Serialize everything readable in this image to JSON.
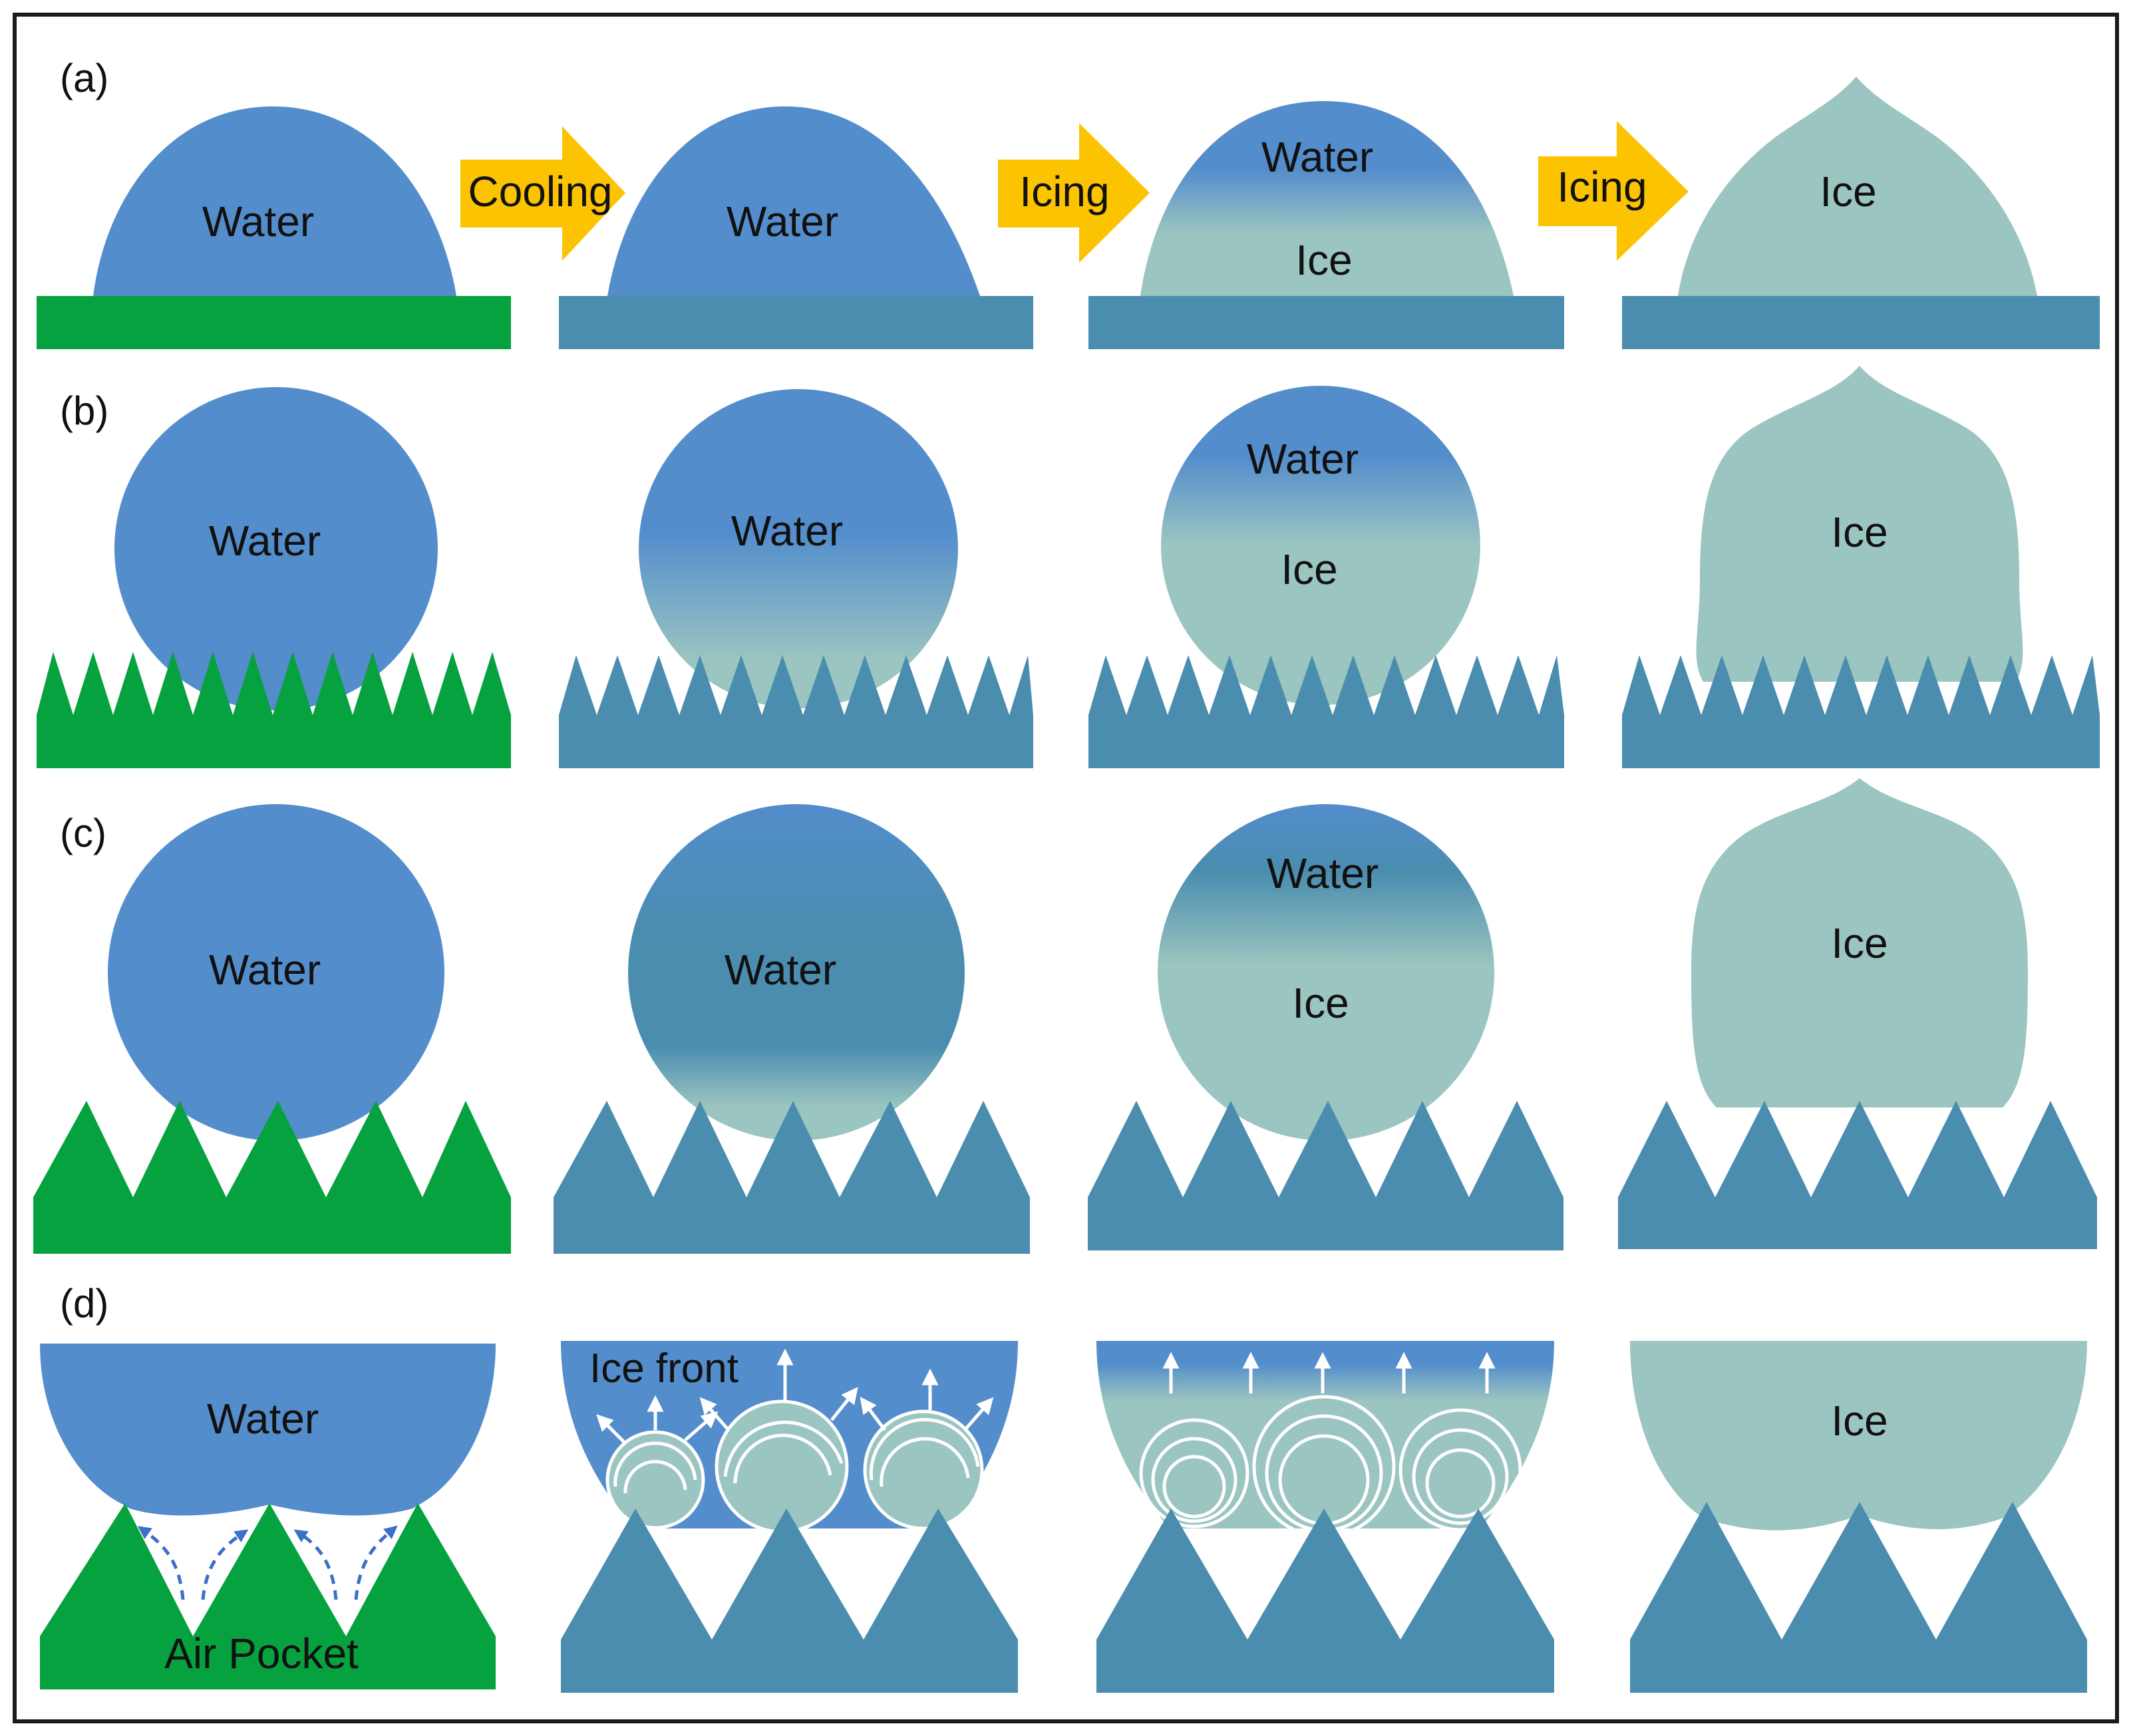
{
  "colors": {
    "water": "#538dcc",
    "ice": "#9bc5c0",
    "substrate_warm": "#06a23f",
    "substrate_cold": "#4a8daf",
    "arrow": "#fcc300",
    "frame": "#1a1a1a",
    "text": "#111111",
    "air_flow": "#3b6fc9",
    "growth": "#ffffff"
  },
  "panels": {
    "a": {
      "label": "(a)"
    },
    "b": {
      "label": "(b)"
    },
    "c": {
      "label": "(c)"
    },
    "d": {
      "label": "(d)"
    }
  },
  "arrows": {
    "cooling": "Cooling",
    "icing_1": "Icing",
    "icing_2": "Icing"
  },
  "texts": {
    "water": "Water",
    "ice": "Ice",
    "air_pocket": "Air Pocket",
    "ice_front": "Ice front"
  },
  "icons": {
    "process_arrow": "right-arrow-icon",
    "growth_arrow": "up-arrow-icon",
    "air_flow": "dashed-arrow-icon"
  }
}
